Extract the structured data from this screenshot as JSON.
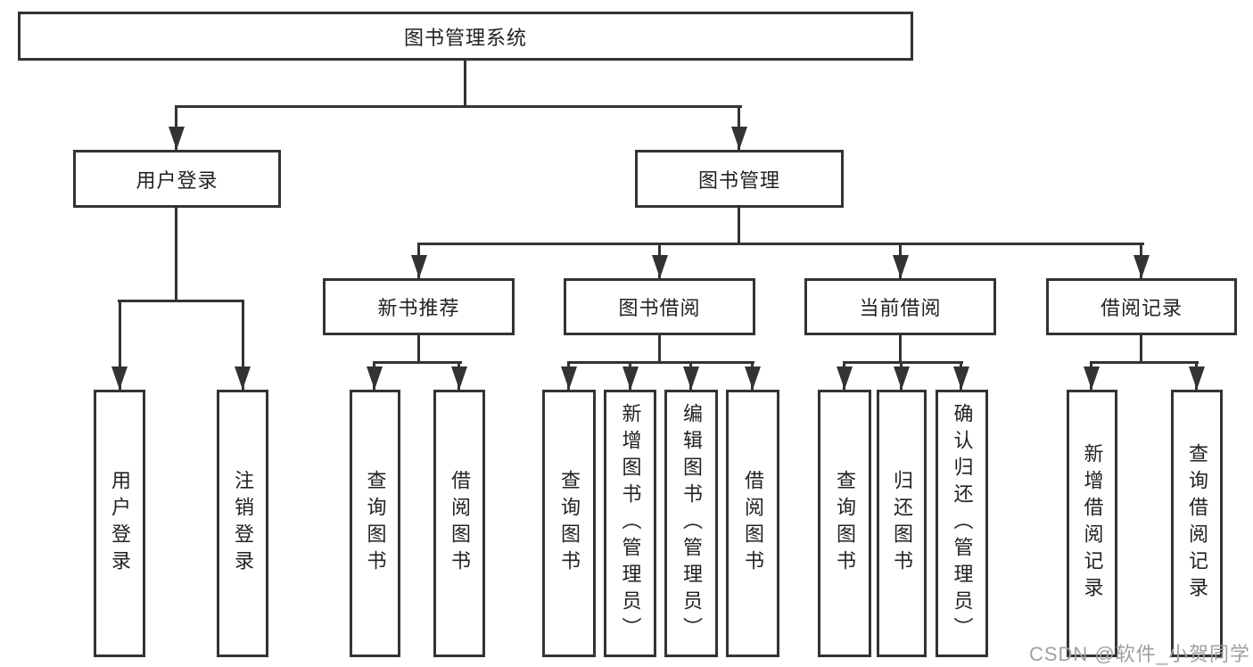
{
  "diagram": {
    "title": "图书管理系统",
    "root": {
      "label": "图书管理系统"
    },
    "level2": [
      {
        "label": "用户登录"
      },
      {
        "label": "图书管理"
      }
    ],
    "level3": [
      {
        "label": "新书推荐"
      },
      {
        "label": "图书借阅"
      },
      {
        "label": "当前借阅"
      },
      {
        "label": "借阅记录"
      }
    ],
    "leaves": [
      {
        "label": "用户登录",
        "parent": "用户登录"
      },
      {
        "label": "注销登录",
        "parent": "用户登录"
      },
      {
        "label": "查询图书",
        "parent": "新书推荐"
      },
      {
        "label": "借阅图书",
        "parent": "新书推荐"
      },
      {
        "label": "查询图书",
        "parent": "图书借阅"
      },
      {
        "label": "新增图书（管理员）",
        "parent": "图书借阅"
      },
      {
        "label": "编辑图书（管理员）",
        "parent": "图书借阅"
      },
      {
        "label": "借阅图书",
        "parent": "图书借阅"
      },
      {
        "label": "查询图书",
        "parent": "当前借阅"
      },
      {
        "label": "归还图书",
        "parent": "当前借阅"
      },
      {
        "label": "确认归还（管理员）",
        "parent": "当前借阅"
      },
      {
        "label": "新增借阅记录",
        "parent": "借阅记录"
      },
      {
        "label": "查询借阅记录",
        "parent": "借阅记录"
      }
    ]
  },
  "watermark": {
    "text": "CSDN @软件_小贺同学"
  },
  "colors": {
    "line": "#333333",
    "text": "#222222",
    "watermark": "#a0a0a0",
    "background": "#ffffff"
  }
}
